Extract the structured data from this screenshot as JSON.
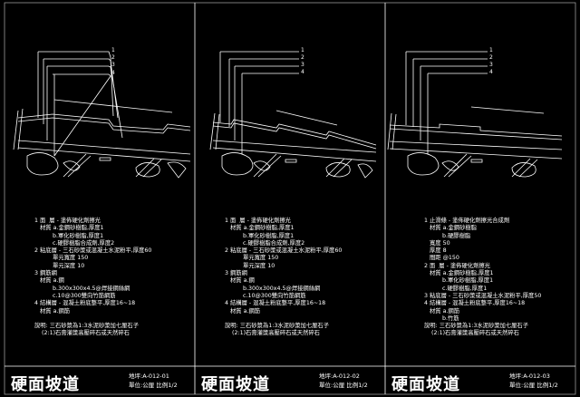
{
  "panels": [
    {
      "title": "硬面坡道",
      "drawing_no": "地坪:A-012-01",
      "unit_scale": "單位:公厘 比例1/2",
      "callouts": [
        "1",
        "2",
        "3",
        "4"
      ],
      "notes": [
        "1 面  層 - 塗佈硬化劑擦光",
        "   材質 a.金鋼砂樹脂,厚度1",
        "          b.軍化砂樹脂,厚度1",
        "          c.硬膠樹脂合成劑,厚度2",
        "2 粘底層 - 三石砂漿或混凝土水泥粉平,厚度60",
        "          單元寬度 150",
        "          單元深度 10",
        "3 鋼筋網",
        "   材質 a.鋼",
        "          b.300x300x4.5@焊接鋼絲網",
        "          c.10@300雙向竹筋網筋",
        "4 結構層 - 混凝土粉底整平,厚度16~18",
        "   材質 a.鋼筋",
        "",
        "說明: 三石砂漿為1:3水泥砂漿加七厘石子",
        "    (2:1)石膏灌漿高壓碎石或天然碎石"
      ]
    },
    {
      "title": "硬面坡道",
      "drawing_no": "地坪:A-012-02",
      "unit_scale": "單位:公厘 比例1/2",
      "callouts": [
        "1",
        "2",
        "3",
        "4"
      ],
      "notes": [
        "1 面  層 - 塗佈硬化劑擦光",
        "   材質 a.金鋼砂樹脂,厚度1",
        "          b.軍化砂樹脂,厚度1",
        "          c.硬膠樹脂合成劑,厚度2",
        "2 粘底層 - 三石砂漿或混凝土水泥粉平,厚度60",
        "          單元寬度 150",
        "          單元深度 10",
        "3 鋼筋網",
        "   材質 a.鋼",
        "          b.300x300x4.5@焊接鋼絲網",
        "          c.10@300雙向竹筋網筋",
        "4 結構層 - 混凝土粉底整平,厚度16~18",
        "   材質 a.鋼筋",
        "",
        "說明: 三石砂漿為1:3水泥砂漿加七厘石子",
        "    (2:1)石膏灌漿高壓碎石或天然碎石"
      ]
    },
    {
      "title": "硬面坡道",
      "drawing_no": "地坪:A-012-03",
      "unit_scale": "單位:公厘 比例1/2",
      "callouts": [
        "1",
        "2",
        "3",
        "4"
      ],
      "notes": [
        "1 止滑條 - 塗佈硬化劑擦光合成劑",
        "   材質 a.金鋼砂樹脂",
        "          b.硬膠樹脂",
        "   寬度 50",
        "   厚度 8",
        "   間距 @150",
        "2 面  層 - 塗佈硬化劑擦光",
        "   材質 a.金鋼砂樹脂,厚度1",
        "          b.軍化砂樹脂,厚度1",
        "          c.硬膠樹脂,厚度1",
        "3 粘底層 - 三石砂漿或混凝土水泥粉平,厚度50",
        "4 結構層 - 混凝土粉底整平,厚度16~18",
        "   材質 a.鋼筋",
        "          b.竹筋",
        "說明: 三石砂漿為1:3水泥砂漿加七厘石子",
        "    (2:1)石膏灌漿高壓碎石或天然碎石"
      ]
    }
  ]
}
